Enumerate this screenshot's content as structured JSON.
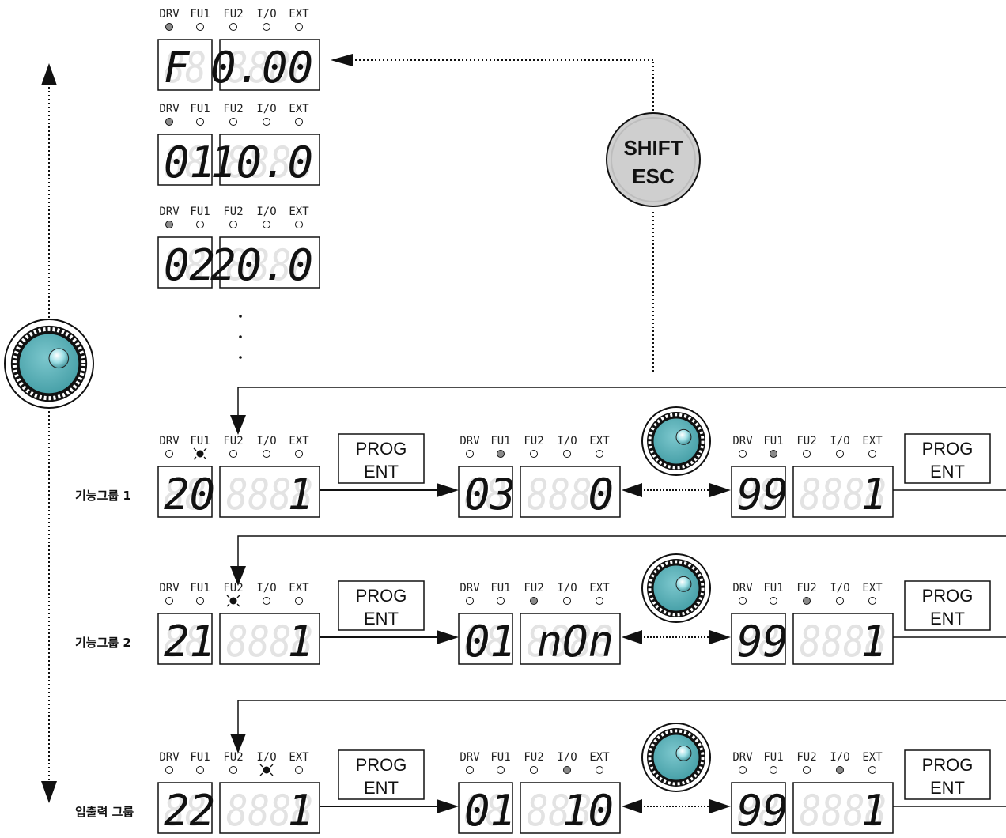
{
  "led_labels": [
    "DRV",
    "FU1",
    "FU2",
    "I/O",
    "EXT"
  ],
  "colors": {
    "led_on": "#8a8a8a",
    "knob": "#5fb1b8",
    "shift_button": "#cfcfcf"
  },
  "shift_button": {
    "line1": "SHIFT",
    "line2": "ESC"
  },
  "prog_button": {
    "line1": "PROG",
    "line2": "ENT"
  },
  "top_displays": [
    {
      "code": "F",
      "value": "0.00",
      "active_led": "DRV"
    },
    {
      "code": "01",
      "value": "10.0",
      "active_led": "DRV"
    },
    {
      "code": "02",
      "value": "20.0",
      "active_led": "DRV"
    }
  ],
  "ellipsis": "⋮",
  "groups": [
    {
      "label": "기능그룹 1",
      "start": {
        "code": "20",
        "value": "1",
        "active_led": "FU1",
        "blinking": true
      },
      "first": {
        "code": "03",
        "value": "0",
        "active_led": "FU1"
      },
      "last": {
        "code": "99",
        "value": "1",
        "active_led": "FU1"
      }
    },
    {
      "label": "기능그룹 2",
      "start": {
        "code": "21",
        "value": "1",
        "active_led": "FU2",
        "blinking": true
      },
      "first": {
        "code": "01",
        "value": "nOn",
        "active_led": "FU2"
      },
      "last": {
        "code": "99",
        "value": "1",
        "active_led": "FU2"
      }
    },
    {
      "label": "입출력 그룹",
      "start": {
        "code": "22",
        "value": "1",
        "active_led": "I/O",
        "blinking": true
      },
      "first": {
        "code": "01",
        "value": "10",
        "active_led": "I/O"
      },
      "last": {
        "code": "99",
        "value": "1",
        "active_led": "I/O"
      }
    }
  ]
}
